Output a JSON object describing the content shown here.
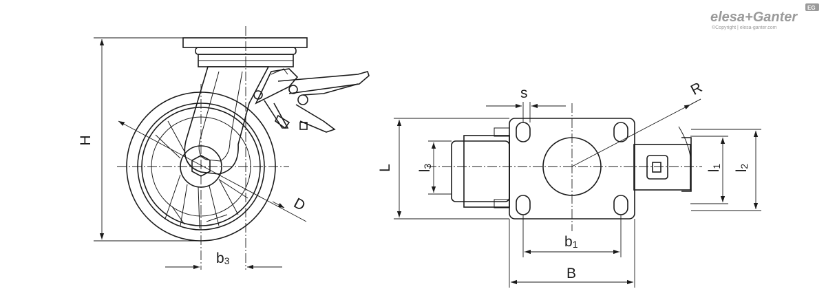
{
  "brand": {
    "logo_text": "elesa+Ganter",
    "badge_text": "EG",
    "copyright": "©Copyright | elesa-ganter.com"
  },
  "side_view_labels": {
    "height": "H",
    "diameter": "D",
    "offset_base": "b",
    "offset_sub": "3"
  },
  "top_view_labels": {
    "slot": "s",
    "radius": "R",
    "length": "L",
    "l3_base": "l",
    "l3_sub": "3",
    "l1_base": "l",
    "l1_sub": "1",
    "l2_base": "l",
    "l2_sub": "2",
    "b1_base": "b",
    "b1_sub": "1",
    "width": "B"
  }
}
